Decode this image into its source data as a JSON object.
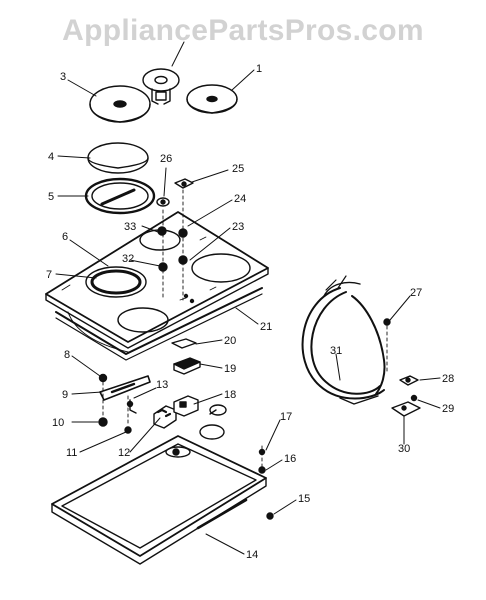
{
  "watermark": {
    "text": "AppliancePartsPros.com"
  },
  "callouts": [
    "1",
    "3",
    "4",
    "5",
    "6",
    "7",
    "8",
    "9",
    "10",
    "11",
    "12",
    "13",
    "14",
    "15",
    "16",
    "17",
    "18",
    "19",
    "20",
    "21",
    "23",
    "24",
    "25",
    "26",
    "27",
    "28",
    "29",
    "30",
    "31",
    "32",
    "33"
  ]
}
